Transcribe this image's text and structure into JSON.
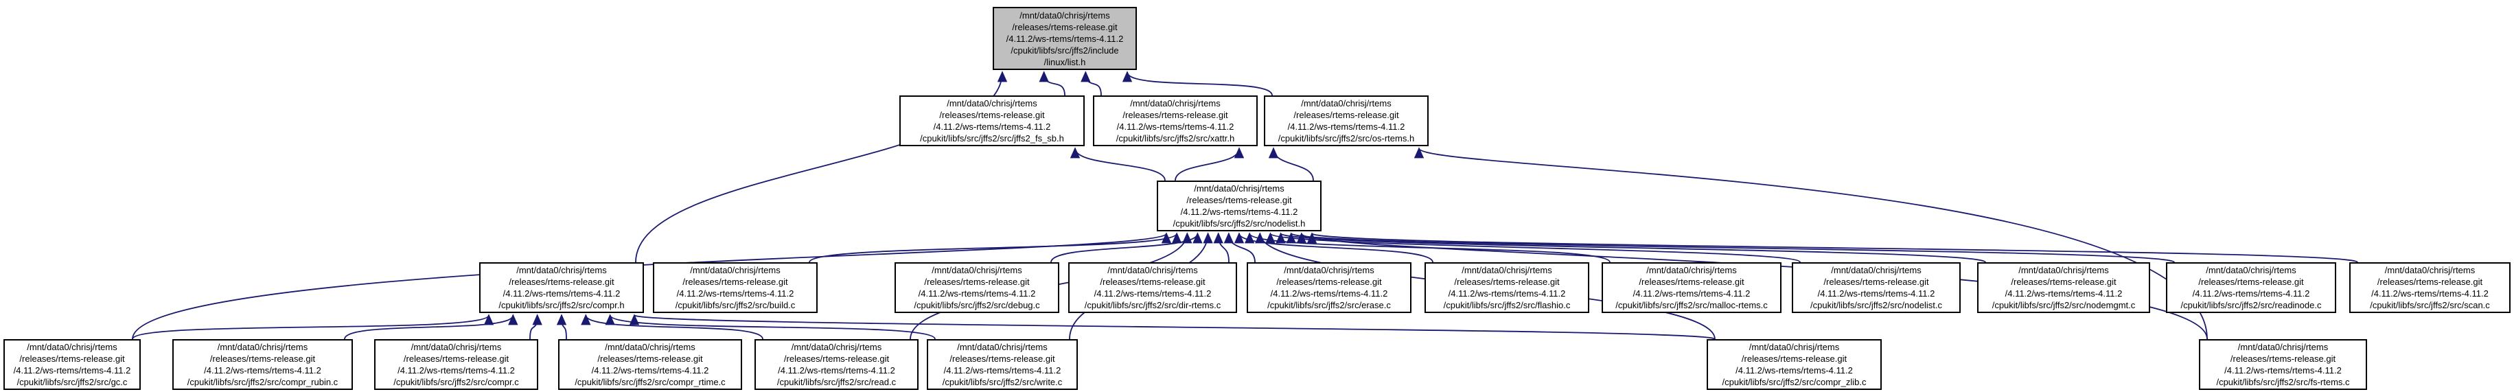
{
  "page": {
    "background": "#ffffff"
  },
  "graph": {
    "type": "include-dependency-graph",
    "edge_color": "#191970",
    "node_border_color": "#000000",
    "node_fill": "#ffffff",
    "highlighted_node_fill": "#bfbfbf",
    "text_color": "#000000",
    "nodes": [
      {
        "id": "list_h",
        "highlight": true,
        "label": "/mnt/data0/chrisj/rtems\n/releases/rtems-release.git\n/4.11.2/ws-rtems/rtems-4.11.2\n/cpukit/libfs/src/jffs2/include\n/linux/list.h"
      },
      {
        "id": "jffs2_fs_sb_h",
        "highlight": false,
        "label": "/mnt/data0/chrisj/rtems\n/releases/rtems-release.git\n/4.11.2/ws-rtems/rtems-4.11.2\n/cpukit/libfs/src/jffs2/src/jffs2_fs_sb.h"
      },
      {
        "id": "xattr_h",
        "highlight": false,
        "label": "/mnt/data0/chrisj/rtems\n/releases/rtems-release.git\n/4.11.2/ws-rtems/rtems-4.11.2\n/cpukit/libfs/src/jffs2/src/xattr.h"
      },
      {
        "id": "os_rtems_h",
        "highlight": false,
        "label": "/mnt/data0/chrisj/rtems\n/releases/rtems-release.git\n/4.11.2/ws-rtems/rtems-4.11.2\n/cpukit/libfs/src/jffs2/src/os-rtems.h"
      },
      {
        "id": "nodelist_h",
        "highlight": false,
        "label": "/mnt/data0/chrisj/rtems\n/releases/rtems-release.git\n/4.11.2/ws-rtems/rtems-4.11.2\n/cpukit/libfs/src/jffs2/src/nodelist.h"
      },
      {
        "id": "compr_h",
        "highlight": false,
        "label": "/mnt/data0/chrisj/rtems\n/releases/rtems-release.git\n/4.11.2/ws-rtems/rtems-4.11.2\n/cpukit/libfs/src/jffs2/src/compr.h"
      },
      {
        "id": "build_c",
        "highlight": false,
        "label": "/mnt/data0/chrisj/rtems\n/releases/rtems-release.git\n/4.11.2/ws-rtems/rtems-4.11.2\n/cpukit/libfs/src/jffs2/src/build.c"
      },
      {
        "id": "debug_c",
        "highlight": false,
        "label": "/mnt/data0/chrisj/rtems\n/releases/rtems-release.git\n/4.11.2/ws-rtems/rtems-4.11.2\n/cpukit/libfs/src/jffs2/src/debug.c"
      },
      {
        "id": "dir_rtems_c",
        "highlight": false,
        "label": "/mnt/data0/chrisj/rtems\n/releases/rtems-release.git\n/4.11.2/ws-rtems/rtems-4.11.2\n/cpukit/libfs/src/jffs2/src/dir-rtems.c"
      },
      {
        "id": "erase_c",
        "highlight": false,
        "label": "/mnt/data0/chrisj/rtems\n/releases/rtems-release.git\n/4.11.2/ws-rtems/rtems-4.11.2\n/cpukit/libfs/src/jffs2/src/erase.c"
      },
      {
        "id": "flashio_c",
        "highlight": false,
        "label": "/mnt/data0/chrisj/rtems\n/releases/rtems-release.git\n/4.11.2/ws-rtems/rtems-4.11.2\n/cpukit/libfs/src/jffs2/src/flashio.c"
      },
      {
        "id": "malloc_rtems_c",
        "highlight": false,
        "label": "/mnt/data0/chrisj/rtems\n/releases/rtems-release.git\n/4.11.2/ws-rtems/rtems-4.11.2\n/cpukit/libfs/src/jffs2/src/malloc-rtems.c"
      },
      {
        "id": "nodelist_c",
        "highlight": false,
        "label": "/mnt/data0/chrisj/rtems\n/releases/rtems-release.git\n/4.11.2/ws-rtems/rtems-4.11.2\n/cpukit/libfs/src/jffs2/src/nodelist.c"
      },
      {
        "id": "nodemgmt_c",
        "highlight": false,
        "label": "/mnt/data0/chrisj/rtems\n/releases/rtems-release.git\n/4.11.2/ws-rtems/rtems-4.11.2\n/cpukit/libfs/src/jffs2/src/nodemgmt.c"
      },
      {
        "id": "readinode_c",
        "highlight": false,
        "label": "/mnt/data0/chrisj/rtems\n/releases/rtems-release.git\n/4.11.2/ws-rtems/rtems-4.11.2\n/cpukit/libfs/src/jffs2/src/readinode.c"
      },
      {
        "id": "scan_c",
        "highlight": false,
        "label": "/mnt/data0/chrisj/rtems\n/releases/rtems-release.git\n/4.11.2/ws-rtems/rtems-4.11.2\n/cpukit/libfs/src/jffs2/src/scan.c"
      },
      {
        "id": "gc_c",
        "highlight": false,
        "label": "/mnt/data0/chrisj/rtems\n/releases/rtems-release.git\n/4.11.2/ws-rtems/rtems-4.11.2\n/cpukit/libfs/src/jffs2/src/gc.c"
      },
      {
        "id": "compr_rubin_c",
        "highlight": false,
        "label": "/mnt/data0/chrisj/rtems\n/releases/rtems-release.git\n/4.11.2/ws-rtems/rtems-4.11.2\n/cpukit/libfs/src/jffs2/src/compr_rubin.c"
      },
      {
        "id": "compr_c",
        "highlight": false,
        "label": "/mnt/data0/chrisj/rtems\n/releases/rtems-release.git\n/4.11.2/ws-rtems/rtems-4.11.2\n/cpukit/libfs/src/jffs2/src/compr.c"
      },
      {
        "id": "compr_rtime_c",
        "highlight": false,
        "label": "/mnt/data0/chrisj/rtems\n/releases/rtems-release.git\n/4.11.2/ws-rtems/rtems-4.11.2\n/cpukit/libfs/src/jffs2/src/compr_rtime.c"
      },
      {
        "id": "read_c",
        "highlight": false,
        "label": "/mnt/data0/chrisj/rtems\n/releases/rtems-release.git\n/4.11.2/ws-rtems/rtems-4.11.2\n/cpukit/libfs/src/jffs2/src/read.c"
      },
      {
        "id": "write_c",
        "highlight": false,
        "label": "/mnt/data0/chrisj/rtems\n/releases/rtems-release.git\n/4.11.2/ws-rtems/rtems-4.11.2\n/cpukit/libfs/src/jffs2/src/write.c"
      },
      {
        "id": "compr_zlib_c",
        "highlight": false,
        "label": "/mnt/data0/chrisj/rtems\n/releases/rtems-release.git\n/4.11.2/ws-rtems/rtems-4.11.2\n/cpukit/libfs/src/jffs2/src/compr_zlib.c"
      },
      {
        "id": "fs_rtems_c",
        "highlight": false,
        "label": "/mnt/data0/chrisj/rtems\n/releases/rtems-release.git\n/4.11.2/ws-rtems/rtems-4.11.2\n/cpukit/libfs/src/jffs2/src/fs-rtems.c"
      }
    ],
    "edges": [
      {
        "from": "jffs2_fs_sb_h",
        "to": "list_h"
      },
      {
        "from": "xattr_h",
        "to": "list_h"
      },
      {
        "from": "os_rtems_h",
        "to": "list_h"
      },
      {
        "from": "compr_h",
        "to": "list_h"
      },
      {
        "from": "nodelist_h",
        "to": "jffs2_fs_sb_h"
      },
      {
        "from": "nodelist_h",
        "to": "xattr_h"
      },
      {
        "from": "nodelist_h",
        "to": "os_rtems_h"
      },
      {
        "from": "fs_rtems_c",
        "to": "os_rtems_h"
      },
      {
        "from": "build_c",
        "to": "nodelist_h"
      },
      {
        "from": "debug_c",
        "to": "nodelist_h"
      },
      {
        "from": "dir_rtems_c",
        "to": "nodelist_h"
      },
      {
        "from": "erase_c",
        "to": "nodelist_h"
      },
      {
        "from": "flashio_c",
        "to": "nodelist_h"
      },
      {
        "from": "malloc_rtems_c",
        "to": "nodelist_h"
      },
      {
        "from": "nodelist_c",
        "to": "nodelist_h"
      },
      {
        "from": "nodemgmt_c",
        "to": "nodelist_h"
      },
      {
        "from": "readinode_c",
        "to": "nodelist_h"
      },
      {
        "from": "scan_c",
        "to": "nodelist_h"
      },
      {
        "from": "gc_c",
        "to": "nodelist_h"
      },
      {
        "from": "read_c",
        "to": "nodelist_h"
      },
      {
        "from": "write_c",
        "to": "nodelist_h"
      },
      {
        "from": "compr_zlib_c",
        "to": "nodelist_h"
      },
      {
        "from": "fs_rtems_c",
        "to": "nodelist_h"
      },
      {
        "from": "gc_c",
        "to": "compr_h"
      },
      {
        "from": "compr_rubin_c",
        "to": "compr_h"
      },
      {
        "from": "compr_c",
        "to": "compr_h"
      },
      {
        "from": "compr_rtime_c",
        "to": "compr_h"
      },
      {
        "from": "read_c",
        "to": "compr_h"
      },
      {
        "from": "write_c",
        "to": "compr_h"
      },
      {
        "from": "compr_zlib_c",
        "to": "compr_h"
      }
    ]
  }
}
